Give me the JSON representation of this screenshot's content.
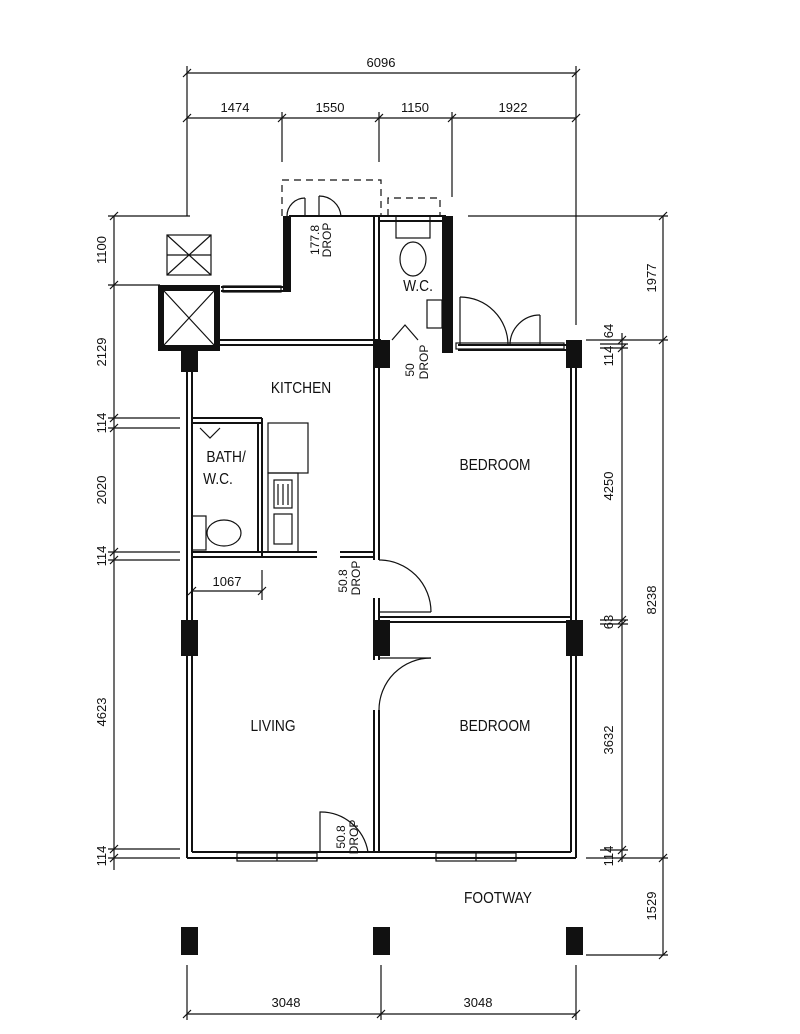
{
  "dimensions": {
    "top_total": "6096",
    "top_segments": [
      "1474",
      "1550",
      "1150",
      "1922"
    ],
    "left": [
      "1100",
      "2129",
      "114",
      "2020",
      "114",
      "4623",
      "114"
    ],
    "right_inner": [
      "114",
      "64",
      "4250",
      "63",
      "3632",
      "114"
    ],
    "right_outer": [
      "1977",
      "8238",
      "1529"
    ],
    "bottom": [
      "3048",
      "3048"
    ],
    "bath_width": "1067"
  },
  "rooms": {
    "kitchen": "KITCHEN",
    "bedroom_upper": "BEDROOM",
    "bedroom_lower": "BEDROOM",
    "living": "LIVING",
    "wc": "W.C.",
    "bath_line1": "BATH/",
    "bath_line2": "W.C.",
    "footway": "FOOTWAY"
  },
  "drops": {
    "service_value": "177.8",
    "service_label": "DROP",
    "wc_value": "50",
    "wc_label": "DROP",
    "kitchen_value": "50.8",
    "kitchen_label": "DROP",
    "living_value": "50.8",
    "living_label": "DROP"
  }
}
